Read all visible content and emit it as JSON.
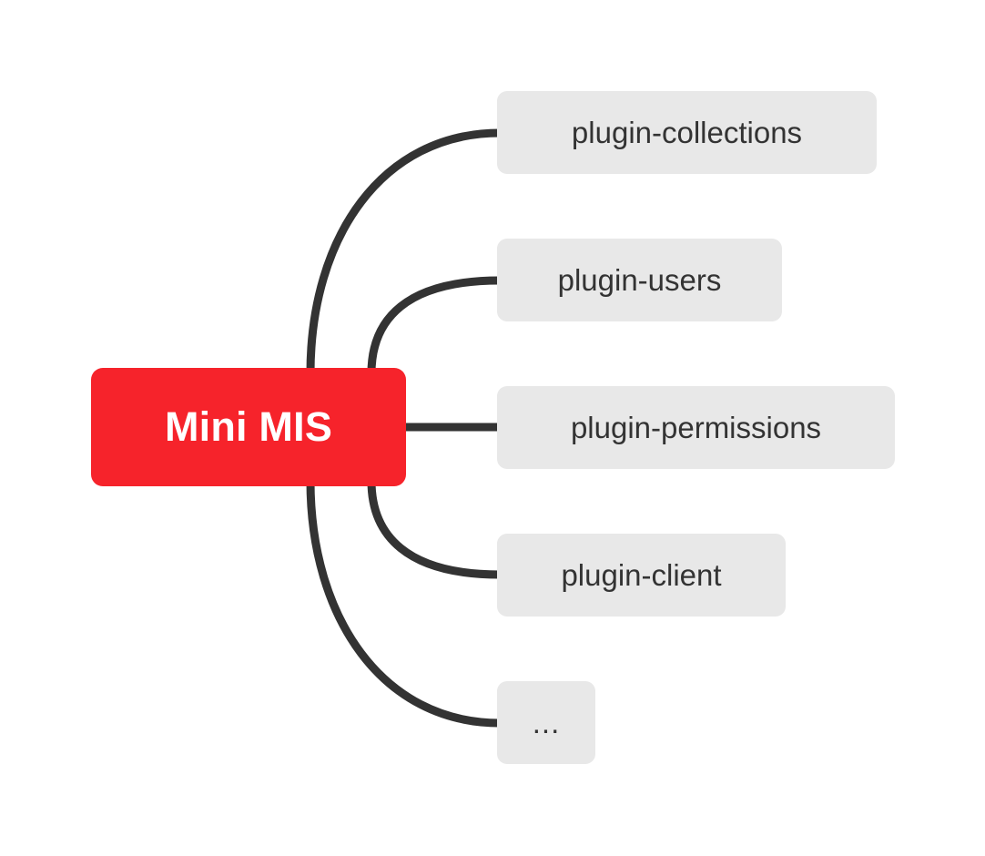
{
  "diagram": {
    "type": "mind-map",
    "background_color": "#ffffff",
    "root": {
      "label": "Mini MIS",
      "fill_color": "#F6232B",
      "text_color": "#FFFFFF"
    },
    "edge_color": "#333333",
    "child_fill_color": "#E8E8E8",
    "child_text_color": "#333333",
    "children": [
      {
        "label": "plugin-collections"
      },
      {
        "label": "plugin-users"
      },
      {
        "label": "plugin-permissions"
      },
      {
        "label": "plugin-client"
      },
      {
        "label": "..."
      }
    ]
  }
}
